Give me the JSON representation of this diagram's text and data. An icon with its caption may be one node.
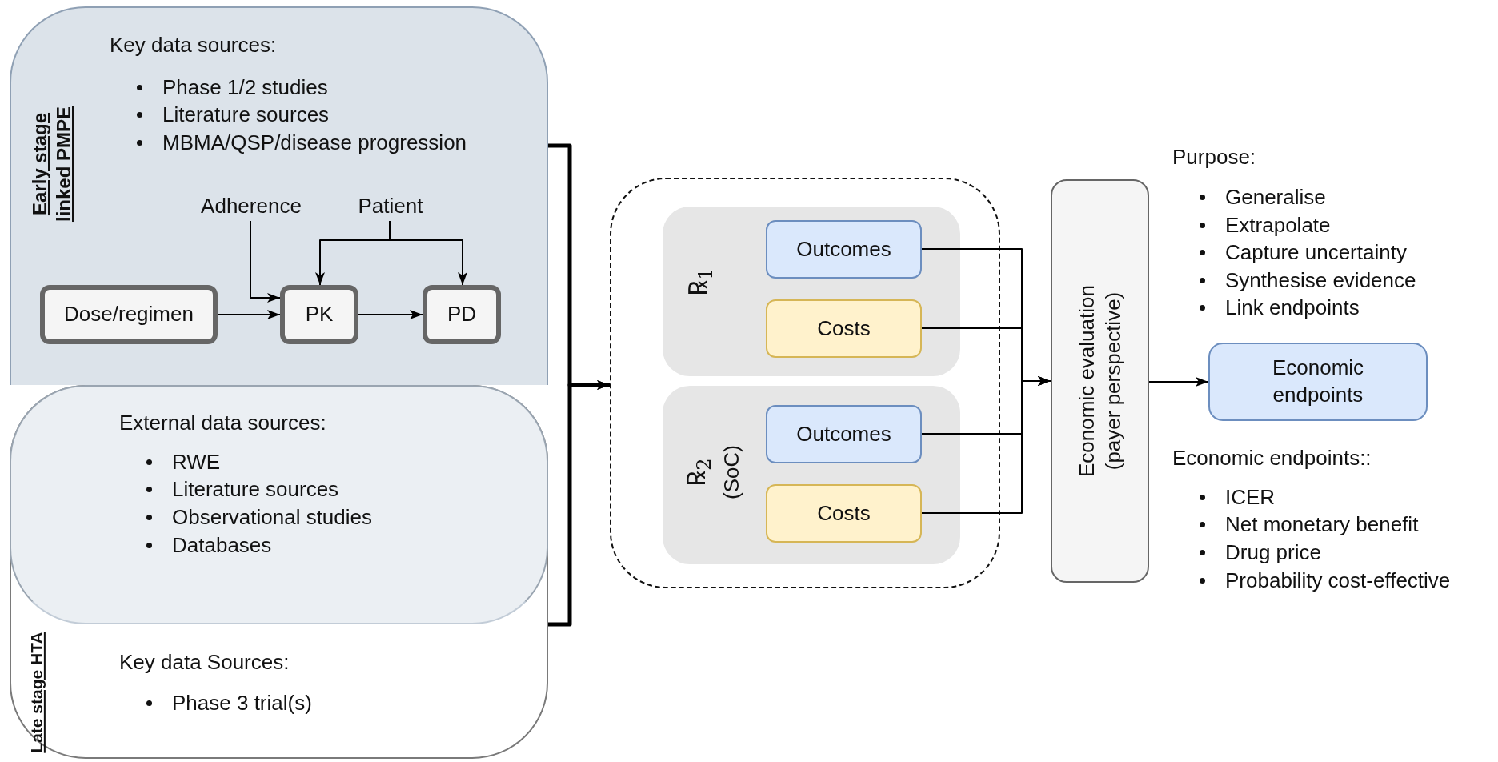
{
  "diagram": {
    "nodes": [
      {
        "text": [
          "Early stage linked PMPE",
          "Key data sources:",
          "Phase 1/2 studies",
          "Literature sources",
          "MBMA/QSP/disease progression"
        ]
      },
      {
        "text": [
          "Adherence"
        ],
        "in": 0
      },
      {
        "text": [
          "Patient"
        ],
        "in": 0
      },
      {
        "text": [
          "Dose/regimen"
        ],
        "in": 0
      },
      {
        "text": [
          "PK"
        ],
        "in": 0
      },
      {
        "text": [
          "PD"
        ],
        "in": 0
      },
      {
        "text": [
          "Late stage HTA",
          "Key data Sources:",
          "Phase 3 trial(s)"
        ]
      },
      {
        "text": [
          "External data sources:",
          "RWE",
          "Literature sources",
          "Observational studies",
          "Databases"
        ],
        "in": 6
      },
      {
        "text": [],
        "shape": "box"
      },
      {
        "text": [
          "℞$_{1}$"
        ],
        "in": 8
      },
      {
        "text": [
          "Outcomes"
        ],
        "in": 9
      },
      {
        "text": [
          "Costs"
        ],
        "in": 9
      },
      {
        "text": [
          "℞$_{2}$",
          "(SoC)"
        ],
        "in": 8
      },
      {
        "text": [
          "Outcomes"
        ],
        "in": 12
      },
      {
        "text": [
          "Costs"
        ],
        "in": 12
      },
      {
        "text": [
          "Economic evaluation (payer perspective)"
        ]
      },
      {
        "text": [
          "Economic endpoints"
        ]
      }
    ],
    "edges": [
      {
        "from": 3,
        "to": 4,
        "arrow": "to"
      },
      {
        "from": 4,
        "to": 5,
        "arrow": "to"
      },
      {
        "from": 1,
        "to": 4,
        "arrow": "to"
      },
      {
        "from": 2,
        "to": 4,
        "arrow": "to"
      },
      {
        "from": 2,
        "to": 5,
        "arrow": "to"
      },
      {
        "from": 0,
        "to": 8,
        "arrow": "to",
        "style": "thick"
      },
      {
        "from": 6,
        "to": 8,
        "arrow": "to",
        "style": "thick"
      },
      {
        "from": 10,
        "to": 15,
        "arrow": "to"
      },
      {
        "from": 11,
        "to": 15,
        "arrow": "to"
      },
      {
        "from": 13,
        "to": 15,
        "arrow": "to"
      },
      {
        "from": 14,
        "to": 15,
        "arrow": "to"
      },
      {
        "from": 15,
        "to": 16,
        "arrow": "to"
      }
    ],
    "labels": [
      "Purpose:",
      "Generalise",
      "Extrapolate",
      "Capture uncertainty",
      "Synthesise evidence",
      "Link endpoints",
      "Economic endpoints::",
      "ICER",
      "Net monetary benefit",
      "Drug price",
      "Probability cost-effective"
    ]
  }
}
